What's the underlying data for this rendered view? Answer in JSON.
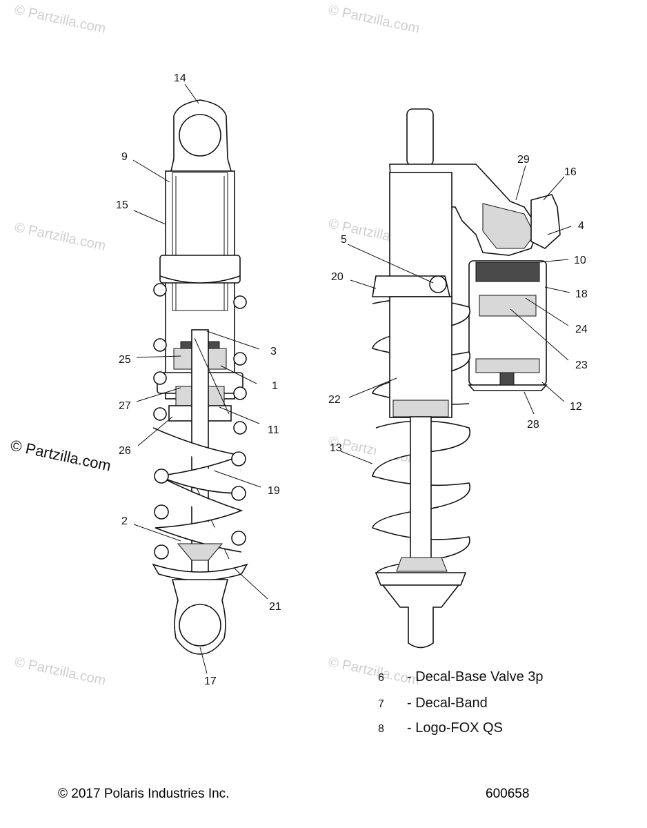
{
  "watermark": {
    "text": "© Partzilla.com",
    "prominent_text": "© Partzilla.com"
  },
  "callouts": {
    "left": [
      "14",
      "9",
      "15",
      "3",
      "25",
      "1",
      "27",
      "11",
      "26",
      "19",
      "2",
      "21",
      "17"
    ],
    "right": [
      "29",
      "16",
      "4",
      "5",
      "10",
      "20",
      "18",
      "24",
      "23",
      "22",
      "12",
      "28",
      "13"
    ]
  },
  "legend": [
    {
      "number": "6",
      "label": "- Decal-Base Valve 3p"
    },
    {
      "number": "7",
      "label": "- Decal-Band"
    },
    {
      "number": "8",
      "label": "- Logo-FOX QS"
    }
  ],
  "footer": {
    "copyright": "© 2017 Polaris Industries Inc.",
    "diagram_id": "600658"
  },
  "colors": {
    "line": "#111111",
    "watermark": "#cfcfcf",
    "shade": "#d8d8d8"
  }
}
